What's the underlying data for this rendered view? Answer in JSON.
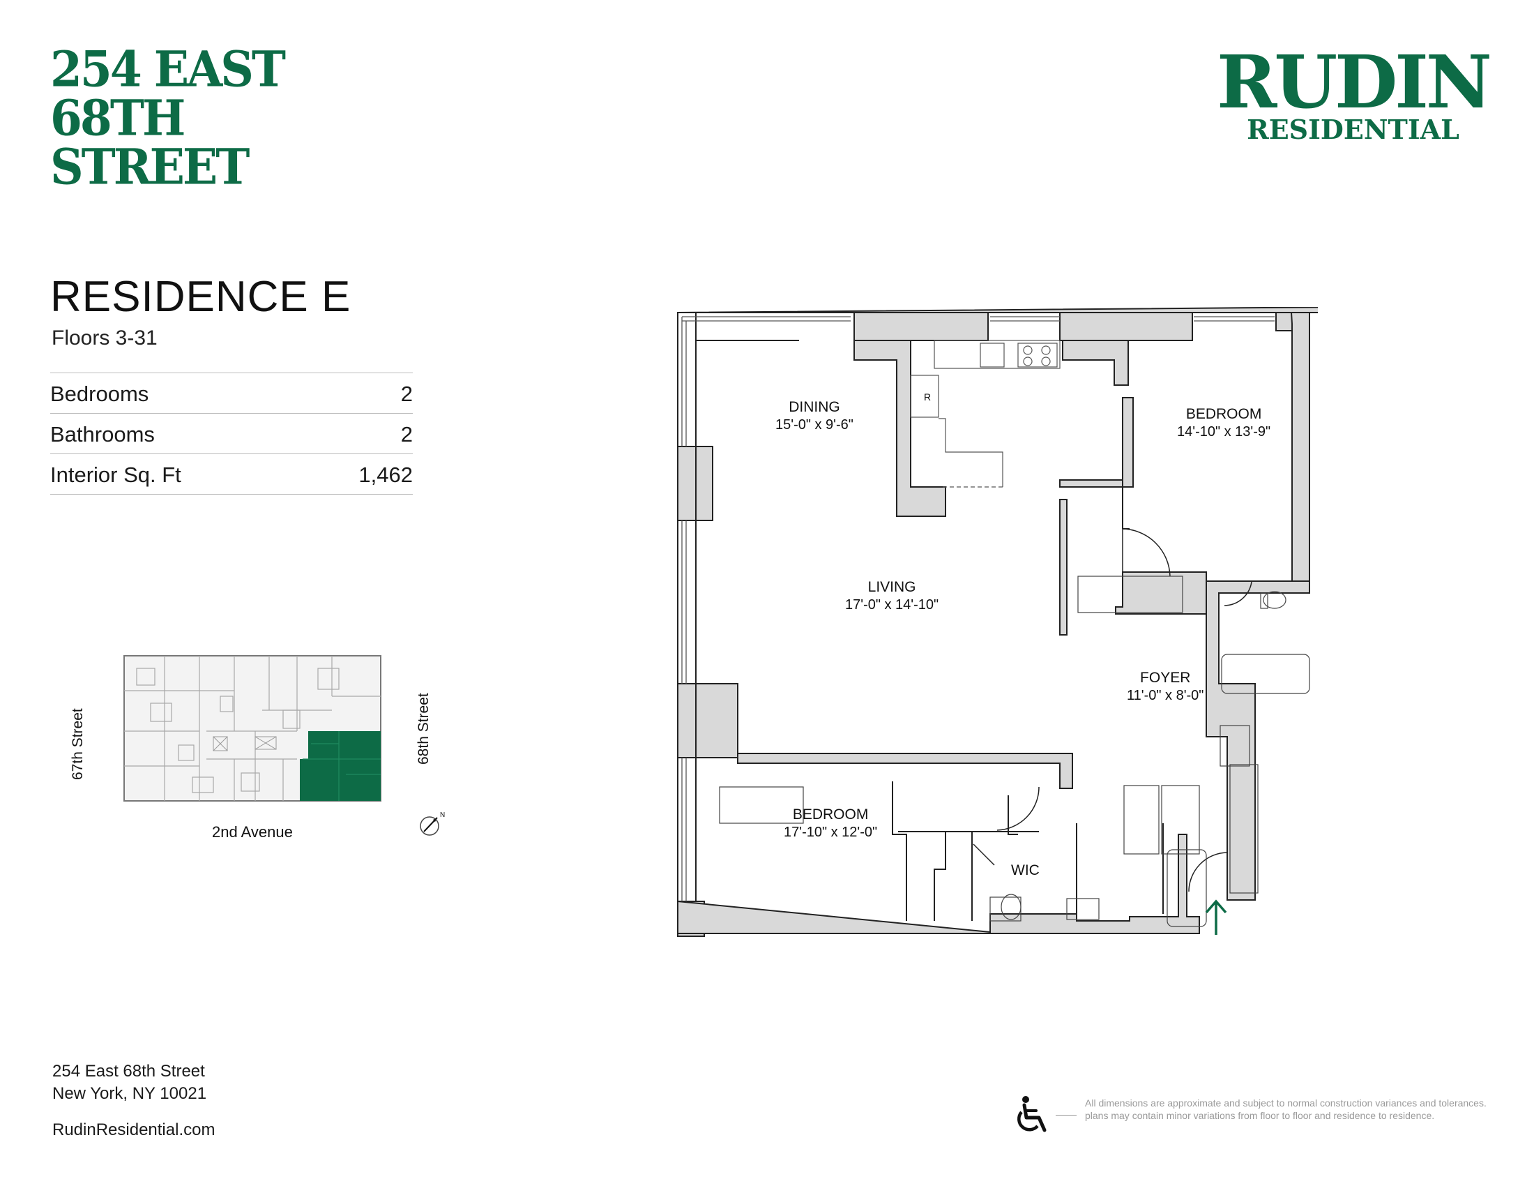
{
  "building": {
    "title_lines": [
      "254 EAST",
      "68TH",
      "STREET"
    ]
  },
  "logo": {
    "line1": "RUDIN",
    "line2": "RESIDENTIAL"
  },
  "residence": {
    "name": "RESIDENCE E",
    "floors": "Floors 3-31",
    "stats": [
      {
        "label": "Bedrooms",
        "value": "2"
      },
      {
        "label": "Bathrooms",
        "value": "2"
      },
      {
        "label": "Interior Sq. Ft",
        "value": "1,462"
      }
    ]
  },
  "keyplan": {
    "west_street": "67th Street",
    "east_street": "68th Street",
    "avenue": "2nd Avenue",
    "north_marker": "N",
    "highlight_color": "#0d6b46"
  },
  "floorplan": {
    "rooms": [
      {
        "name": "DINING",
        "dims": "15'-0\" x 9'-6\""
      },
      {
        "name": "BEDROOM",
        "dims": "14'-10\" x 13'-9\""
      },
      {
        "name": "LIVING",
        "dims": "17'-0\" x 14'-10\""
      },
      {
        "name": "FOYER",
        "dims": "11'-0\" x 8'-0\""
      },
      {
        "name": "BEDROOM",
        "dims": "17'-10\" x 12'-0\""
      },
      {
        "name": "WIC",
        "dims": ""
      }
    ],
    "refrigerator_label": "R",
    "entry_arrow_color": "#0d6b46",
    "wall_color": "#d9d9d9"
  },
  "footer": {
    "address_line1": "254 East 68th Street",
    "address_line2": "New York, NY 10021",
    "website": "RudinResidential.com",
    "disclaimer": "All dimensions are approximate and subject to normal construction variances and tolerances. plans may contain minor variations from floor to floor and residence to residence.",
    "accessibility_icon": "wheelchair-icon"
  },
  "colors": {
    "brand_green": "#0d6b46",
    "text": "#111111",
    "divider": "#bbbbbb",
    "disclaimer_gray": "#9a9a9a"
  }
}
